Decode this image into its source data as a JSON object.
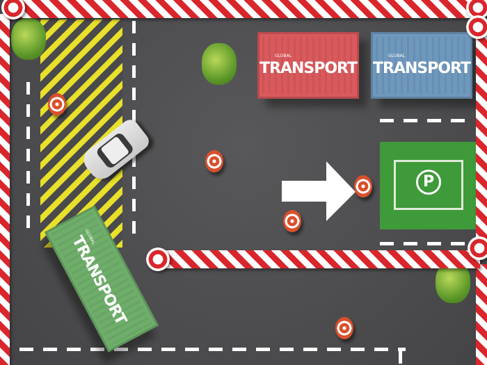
{
  "game": {
    "containers": [
      {
        "brand": "GLOBAL",
        "label": "TRANSPORT",
        "color": "#d9595c"
      },
      {
        "brand": "GLOBAL",
        "label": "TRANSPORT",
        "color": "#6f98bd"
      },
      {
        "brand": "GLOBAL",
        "label": "TRANSPORT",
        "color": "#6fae6a"
      }
    ],
    "parking_spot": {
      "symbol": "P",
      "color": "#3f9a3a"
    },
    "colors": {
      "asphalt": "#4a4a4c",
      "barrier_red": "#d9262c",
      "hatch_yellow": "#e8e02a"
    }
  }
}
